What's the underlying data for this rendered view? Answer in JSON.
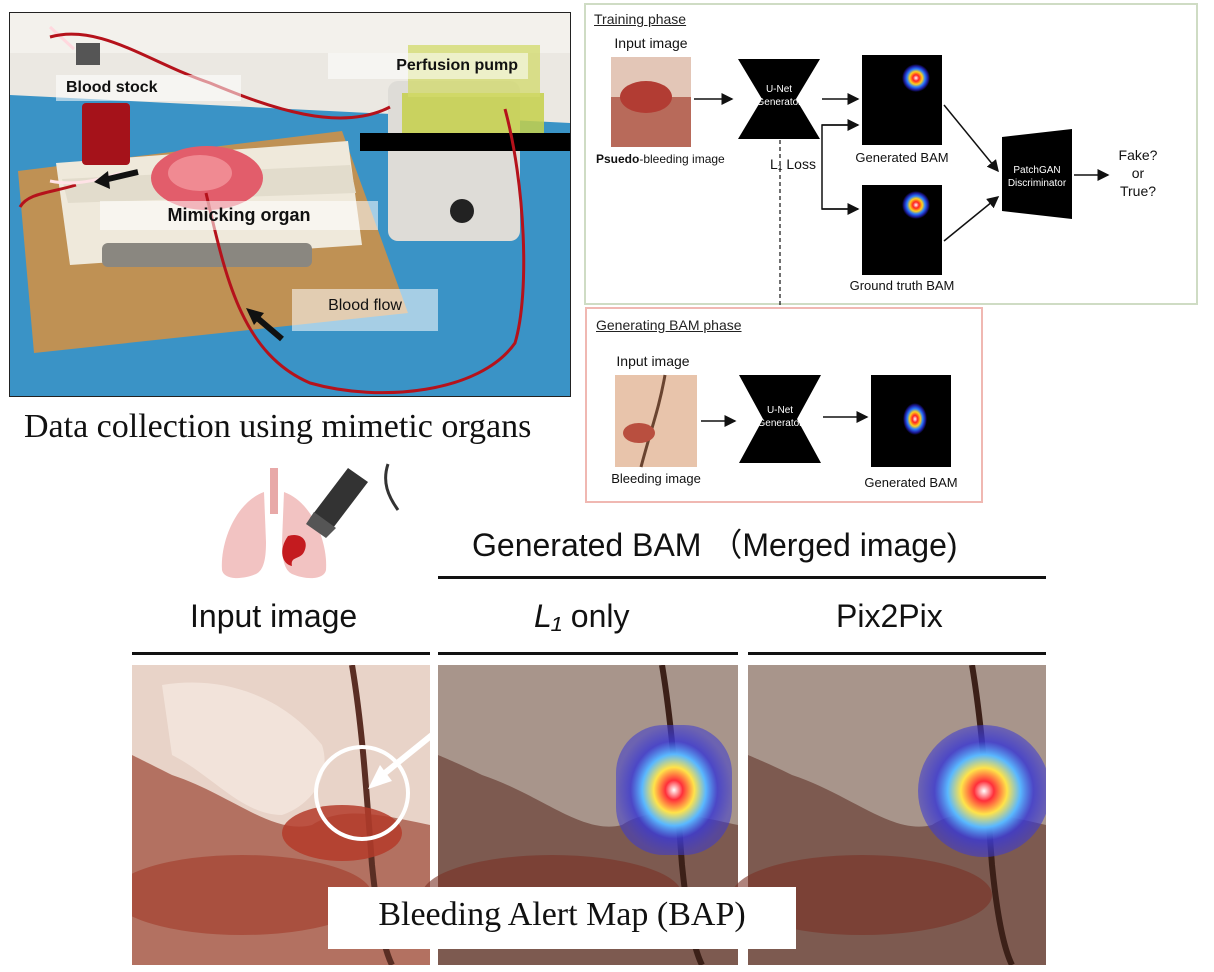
{
  "photo_panel": {
    "labels": {
      "blood_stock": "Blood stock",
      "perfusion_pump": "Perfusion pump",
      "mimicking_organ": "Mimicking organ",
      "blood_flow": "Blood flow"
    }
  },
  "caption": "Data collection using mimetic organs",
  "training_phase": {
    "title": "Training phase",
    "input_label": "Input image",
    "pseudo_bold": "Psuedo",
    "pseudo_rest": "-bleeding image",
    "generator_line1": "U-Net",
    "generator_line2": "Generator",
    "generated_bam": "Generated BAM",
    "l1_loss": "L₁ Loss",
    "ground_truth_bam": "Ground truth BAM",
    "discriminator_line1": "PatchGAN",
    "discriminator_line2": "Discriminator",
    "fake_line1": "Fake?",
    "fake_line2": "or",
    "fake_line3": "True?"
  },
  "generating_phase": {
    "title": "Generating BAM phase",
    "input_label": "Input image",
    "bleeding_image": "Bleeding image",
    "generator_line1": "U-Net",
    "generator_line2": "Generator",
    "generated_bam": "Generated BAM"
  },
  "results": {
    "header_generated": "Generated BAM （Merged image)",
    "columns": {
      "input": "Input image",
      "l1_only_italic": "L₁",
      "l1_only_rest": " only",
      "pix2pix": "Pix2Pix"
    }
  },
  "bap_label": "Bleeding Alert Map (BAP)",
  "colors": {
    "table_blue": "#3a93c6",
    "tube_red": "#b5121b",
    "training_border": "#cfdcc4",
    "generating_border": "#f0b8b2"
  }
}
